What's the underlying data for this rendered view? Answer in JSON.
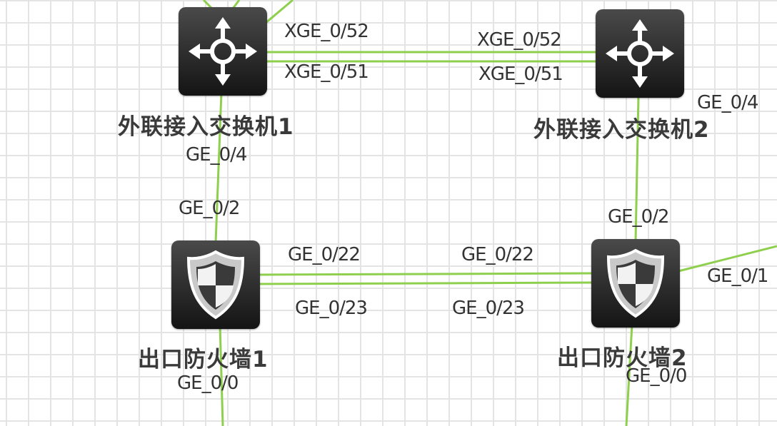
{
  "colors": {
    "link": "#8fcf4e",
    "device": "#1e1e1e",
    "label": "#3a3a3a",
    "grid": "#e4e4e4"
  },
  "devices": {
    "sw1": {
      "label": "外联接入交换机1",
      "icon": "switch-arrows-icon"
    },
    "sw2": {
      "label": "外联接入交换机2",
      "icon": "switch-arrows-icon"
    },
    "fw1": {
      "label": "出口防火墙1",
      "icon": "firewall-shield-icon"
    },
    "fw2": {
      "label": "出口防火墙2",
      "icon": "firewall-shield-icon"
    }
  },
  "ports": {
    "sw1_xge52": "XGE_0/52",
    "sw1_xge51": "XGE_0/51",
    "sw2_xge52": "XGE_0/52",
    "sw2_xge51": "XGE_0/51",
    "sw2_ge4": "GE_0/4",
    "sw1_ge4": "GE_0/4",
    "fw1_ge2": "GE_0/2",
    "fw2_ge2": "GE_0/2",
    "fw1_ge22": "GE_0/22",
    "fw2_ge22": "GE_0/22",
    "fw1_ge23": "GE_0/23",
    "fw2_ge23": "GE_0/23",
    "fw2_ge1": "GE_0/1",
    "fw1_ge0": "GE_0/0",
    "fw2_ge0": "GE_0/0"
  }
}
